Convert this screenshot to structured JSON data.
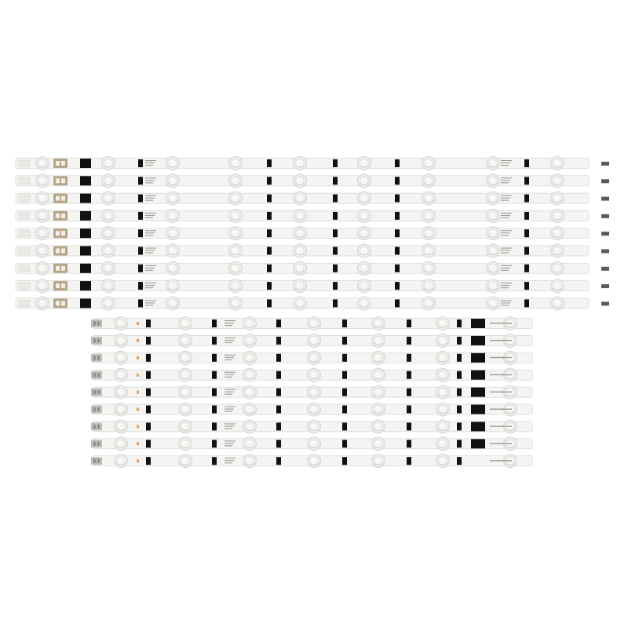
{
  "photo": {
    "subject": "",
    "background_color": "#ffffff",
    "strip_color": "#f4f4f2",
    "strip_edge_color": "#d6d6d2",
    "lens_color": "#ececea",
    "chip_color": "#111111",
    "connector_color": "#b7a58a"
  },
  "groups": [
    {
      "name": "long-strips",
      "count": 9,
      "leds_per_strip": 9
    },
    {
      "name": "short-strips",
      "count": 9,
      "leds_per_strip": 7
    }
  ]
}
